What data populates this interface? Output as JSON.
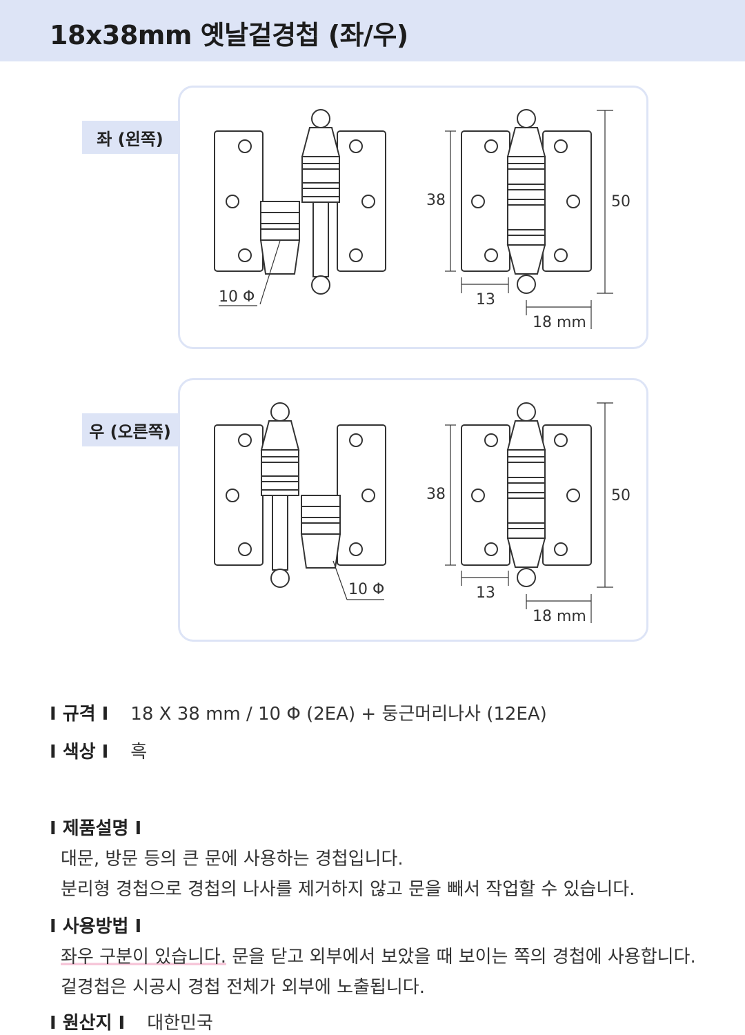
{
  "header": {
    "title": "18x38mm 옛날겉경첩 (좌/우)"
  },
  "left_variant": {
    "tag": "좌 (왼쪽)",
    "dims": {
      "diameter": "10 Φ",
      "height_leaf": "38",
      "height_total": "50",
      "leaf_width": "13",
      "total_width": "18 mm"
    }
  },
  "right_variant": {
    "tag": "우 (오른쪽)",
    "dims": {
      "diameter": "10 Φ",
      "height_leaf": "38",
      "height_total": "50",
      "leaf_width": "13",
      "total_width": "18 mm"
    }
  },
  "specs": {
    "size_label": "I 규격 I",
    "size_value": "18 X 38 mm / 10 Φ (2EA) + 둥근머리나사 (12EA)",
    "color_label": "I 색상 I",
    "color_value": "흑"
  },
  "description": {
    "title": "I 제품설명 I",
    "line1": "대문, 방문 등의 큰 문에 사용하는 경첩입니다.",
    "line2": "분리형 경첩으로 경첩의 나사를 제거하지 않고 문을 빼서 작업할 수 있습니다."
  },
  "usage": {
    "title": "I 사용방법 I",
    "line1_highlight": "좌우 구분이 있습니다.",
    "line1_rest": " 문을 닫고 외부에서 보았을 때 보이는 쪽의 경첩에 사용합니다.",
    "line2": "겉경첩은 시공시 경첩 전체가 외부에 노출됩니다."
  },
  "origin": {
    "label": "I 원산지 I",
    "value": "대한민국"
  },
  "colors": {
    "header_bg": "#dde4f6",
    "panel_border": "#dde4f6",
    "highlight": "#f6c6d8",
    "line": "#333333"
  }
}
